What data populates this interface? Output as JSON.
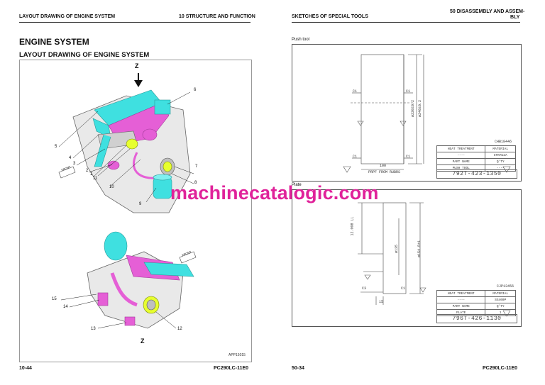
{
  "left_page": {
    "header_left": "LAYOUT DRAWING OF ENGINE SYSTEM",
    "header_right": "10 STRUCTURE AND FUNCTION",
    "title": "ENGINE SYSTEM",
    "subtitle": "LAYOUT DRAWING OF ENGINE SYSTEM",
    "view_letter_top": "Z",
    "view_letter_bottom": "Z",
    "front_label_1": "FRONT",
    "front_label_2": "FRONT",
    "callouts_top": [
      "1",
      "2",
      "3",
      "4",
      "5",
      "6",
      "7",
      "8",
      "9",
      "10",
      "11"
    ],
    "callouts_bottom": [
      "12",
      "13",
      "14",
      "15"
    ],
    "figure_code": "APP15015",
    "page_number": "10-44",
    "model": "PC290LC-11E0"
  },
  "right_page": {
    "header_left": "SKETCHES OF SPECIAL TOOLS",
    "header_right_line1": "50 DISASSEMBLY AND ASSEM-",
    "header_right_line2": "BLY",
    "page_number": "50-34",
    "model": "PC290LC-11E0",
    "push_tool": {
      "caption": "Push tool",
      "dims": [
        "C1",
        "C1",
        "C1",
        "C1",
        "ø230±0.2",
        "ø240±0.2",
        "100",
        "PRPF FROM RUBRS"
      ],
      "code": "CHB18446",
      "table": [
        [
          "HEAT TREATMENT",
          "MATERIAL"
        ],
        [
          "----",
          "STKM12A"
        ],
        [
          "PART NAME",
          "Q'TY"
        ],
        [
          "PUSH TOOL",
          "----"
        ]
      ],
      "part_no": "792T-423-1350"
    },
    "plate": {
      "caption": "Plate",
      "dims": [
        "12.008 LL",
        "ø135",
        "ø154.5±1",
        "C3",
        "C1",
        "15"
      ],
      "code": "CJP13456",
      "table": [
        [
          "HEAT TREATMENT",
          "MATERIAL"
        ],
        [
          "----",
          "SS400P"
        ],
        [
          "PART NAME",
          "Q'TY"
        ],
        [
          "PLATE",
          "1"
        ]
      ],
      "part_no": "796T-426-1130"
    }
  },
  "watermark": "machinecatalogic.com"
}
